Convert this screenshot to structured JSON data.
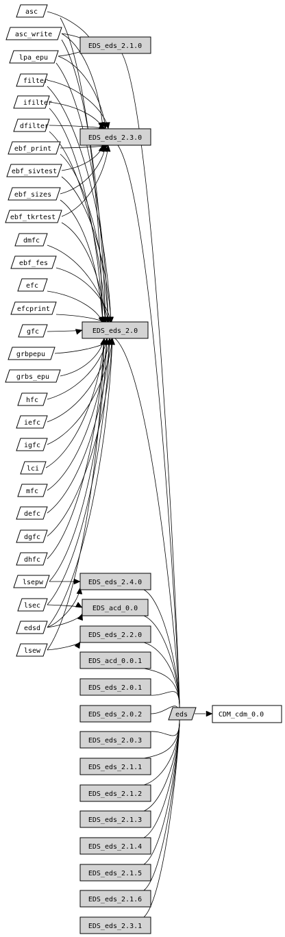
{
  "nodes": {
    "asc": "asc",
    "asc_write": "asc_write",
    "lpa_epu": "lpa_epu",
    "filter": "filter",
    "ifilter": "ifilter",
    "dfilter": "dfilter",
    "ebf_print": "ebf_print",
    "ebf_sivtest": "ebf_sivtest",
    "ebf_sizes": "ebf_sizes",
    "ebf_tkrtest": "ebf_tkrtest",
    "dmfc": "dmfc",
    "ebf_fes": "ebf_fes",
    "efc": "efc",
    "efcprint": "efcprint",
    "gfc": "gfc",
    "grbpepu": "grbpepu",
    "grbs_epu": "grbs_epu",
    "hfc": "hfc",
    "iefc": "iefc",
    "igfc": "igfc",
    "lci": "lci",
    "mfc": "mfc",
    "defc": "defc",
    "dgfc": "dgfc",
    "dhfc": "dhfc",
    "lsepw": "lsepw",
    "lsec": "lsec",
    "edsd": "edsd",
    "lsew": "lsew",
    "EDS_eds_2_1_0": "EDS_eds_2.1.0",
    "EDS_eds_2_3_0": "EDS_eds_2.3.0",
    "EDS_eds_2_0": "EDS_eds_2.0",
    "EDS_eds_2_4_0": "EDS_eds_2.4.0",
    "EDS_acd_0_0": "EDS_acd_0.0",
    "EDS_eds_2_2_0": "EDS_eds_2.2.0",
    "EDS_acd_0_0_1": "EDS_acd_0.0.1",
    "EDS_eds_2_0_1": "EDS_eds_2.0.1",
    "EDS_eds_2_0_2": "EDS_eds_2.0.2",
    "EDS_eds_2_0_3": "EDS_eds_2.0.3",
    "EDS_eds_2_1_1": "EDS_eds_2.1.1",
    "EDS_eds_2_1_2": "EDS_eds_2.1.2",
    "EDS_eds_2_1_3": "EDS_eds_2.1.3",
    "EDS_eds_2_1_4": "EDS_eds_2.1.4",
    "EDS_eds_2_1_5": "EDS_eds_2.1.5",
    "EDS_eds_2_1_6": "EDS_eds_2.1.6",
    "EDS_eds_2_3_1": "EDS_eds_2.3.1",
    "eds": "eds",
    "CDM_cdm_0_0": "CDM_cdm_0.0"
  }
}
